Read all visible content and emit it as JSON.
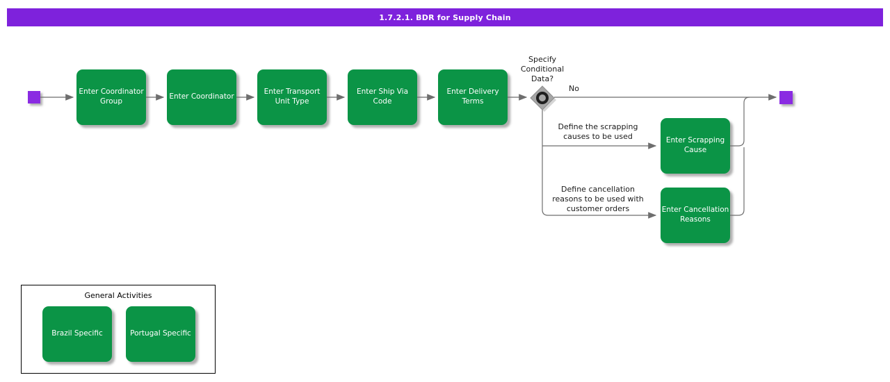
{
  "title_bar": {
    "text": "1.7.2.1. BDR for Supply Chain"
  },
  "colors": {
    "title_bar_purple": "#7e22dc",
    "event_purple": "#8a2be2",
    "task_green": "#0b9446",
    "connector_gray": "#6e6e6e"
  },
  "process": {
    "tasks": [
      {
        "label": "Enter Coordinator Group"
      },
      {
        "label": "Enter Coordinator"
      },
      {
        "label": "Enter Transport Unit Type"
      },
      {
        "label": "Enter Ship Via Code"
      },
      {
        "label": "Enter Delivery Terms"
      }
    ],
    "gateway": {
      "question": "Specify Conditional Data?",
      "no_branch_label": "No"
    },
    "branches": [
      {
        "note": "Define the scrapping causes to be used",
        "task": "Enter Scrapping Cause"
      },
      {
        "note": "Define cancellation reasons to be used with customer orders",
        "task": "Enter Cancellation Reasons"
      }
    ]
  },
  "general_activities": {
    "title": "General Activities",
    "items": [
      {
        "label": "Brazil Specific"
      },
      {
        "label": "Portugal Specific"
      }
    ]
  }
}
